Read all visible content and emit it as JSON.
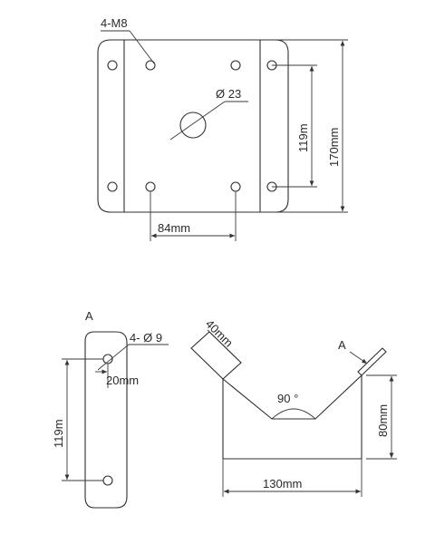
{
  "top_plate": {
    "hole_callout": "4-M8",
    "center_hole": "Ø 23",
    "dim_horizontal": "84mm",
    "dim_vertical_inner": "119m",
    "dim_vertical_outer": "170mm"
  },
  "side_view": {
    "view_label": "A",
    "hole_callout": "4- Ø 9",
    "dim_horizontal": "20mm",
    "dim_vertical": "119m"
  },
  "v_bracket": {
    "flange_width": "40mm",
    "view_marker": "A",
    "angle": "90 °",
    "dim_height": "80mm",
    "dim_width": "130mm"
  }
}
